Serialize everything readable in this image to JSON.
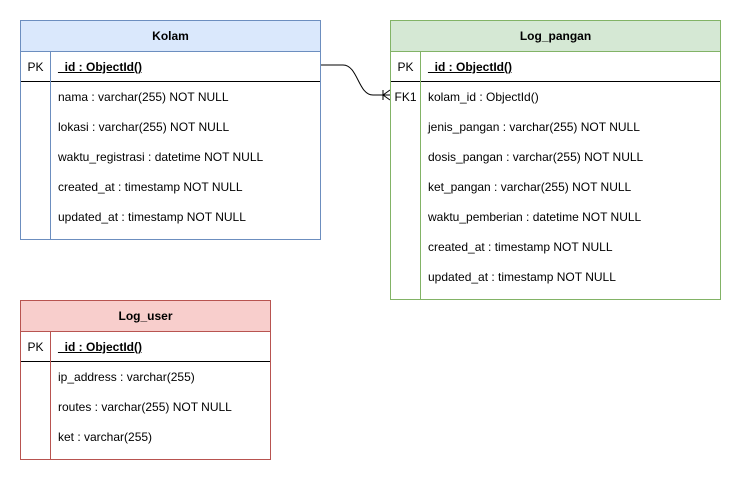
{
  "entities": {
    "kolam": {
      "title": "Kolam",
      "pk_label": "PK",
      "pk_field": "_id : ObjectId()",
      "attributes": [
        "nama : varchar(255) NOT NULL",
        "lokasi : varchar(255) NOT NULL",
        "waktu_registrasi : datetime NOT NULL",
        "created_at : timestamp NOT NULL",
        "updated_at : timestamp NOT NULL"
      ]
    },
    "log_pangan": {
      "title": "Log_pangan",
      "pk_label": "PK",
      "pk_field": "_id : ObjectId()",
      "fk_label": "FK1",
      "attributes": [
        "kolam_id : ObjectId()",
        "jenis_pangan : varchar(255) NOT NULL",
        "dosis_pangan : varchar(255) NOT NULL",
        "ket_pangan : varchar(255) NOT NULL",
        "waktu_pemberian : datetime NOT NULL",
        "created_at : timestamp NOT NULL",
        "updated_at : timestamp NOT NULL"
      ]
    },
    "log_user": {
      "title": "Log_user",
      "pk_label": "PK",
      "pk_field": "_id : ObjectId()",
      "attributes": [
        "ip_address : varchar(255)",
        "routes : varchar(255) NOT NULL",
        "ket : varchar(255)"
      ]
    }
  },
  "colors": {
    "kolam_fill": "#dae8fc",
    "kolam_stroke": "#6c8ebf",
    "log_pangan_fill": "#d5e8d4",
    "log_pangan_stroke": "#82b366",
    "log_user_fill": "#f8cecc",
    "log_user_stroke": "#b85450"
  }
}
